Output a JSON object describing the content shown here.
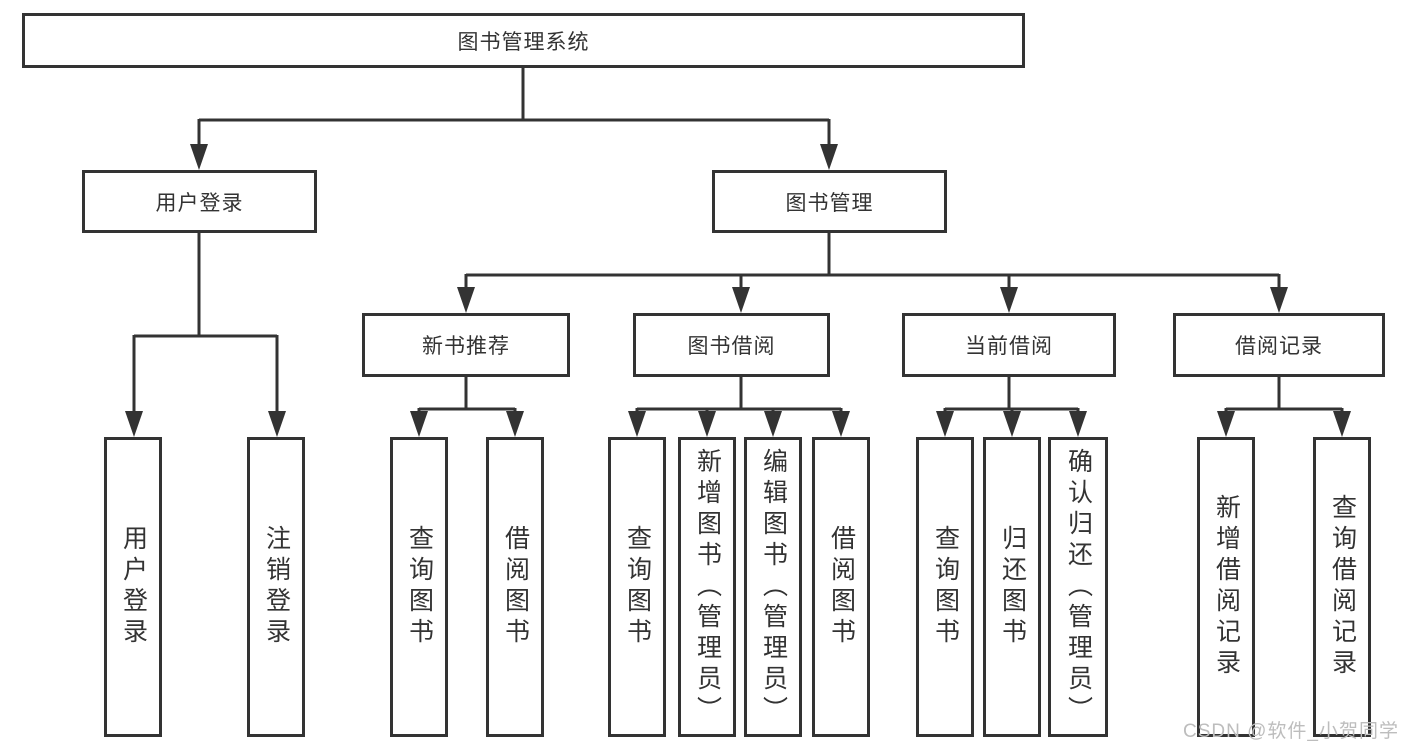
{
  "watermark": "CSDN @软件_小贺同学",
  "colors": {
    "line": "#333333",
    "box_border": "#333333",
    "text": "#333333",
    "watermark": "#bdbdbd",
    "background": "#ffffff"
  },
  "tree": {
    "root": {
      "label": "图书管理系统"
    },
    "branches": [
      {
        "label": "用户登录",
        "children": [
          {
            "label": "用户登录"
          },
          {
            "label": "注销登录"
          }
        ]
      },
      {
        "label": "图书管理",
        "children": [
          {
            "label": "新书推荐",
            "children": [
              {
                "label": "查询图书"
              },
              {
                "label": "借阅图书"
              }
            ]
          },
          {
            "label": "图书借阅",
            "children": [
              {
                "label": "查询图书"
              },
              {
                "label": "新增图书（管理员）"
              },
              {
                "label": "编辑图书（管理员）"
              },
              {
                "label": "借阅图书"
              }
            ]
          },
          {
            "label": "当前借阅",
            "children": [
              {
                "label": "查询图书"
              },
              {
                "label": "归还图书"
              },
              {
                "label": "确认归还（管理员）"
              }
            ]
          },
          {
            "label": "借阅记录",
            "children": [
              {
                "label": "新增借阅记录"
              },
              {
                "label": "查询借阅记录"
              }
            ]
          }
        ]
      }
    ]
  }
}
